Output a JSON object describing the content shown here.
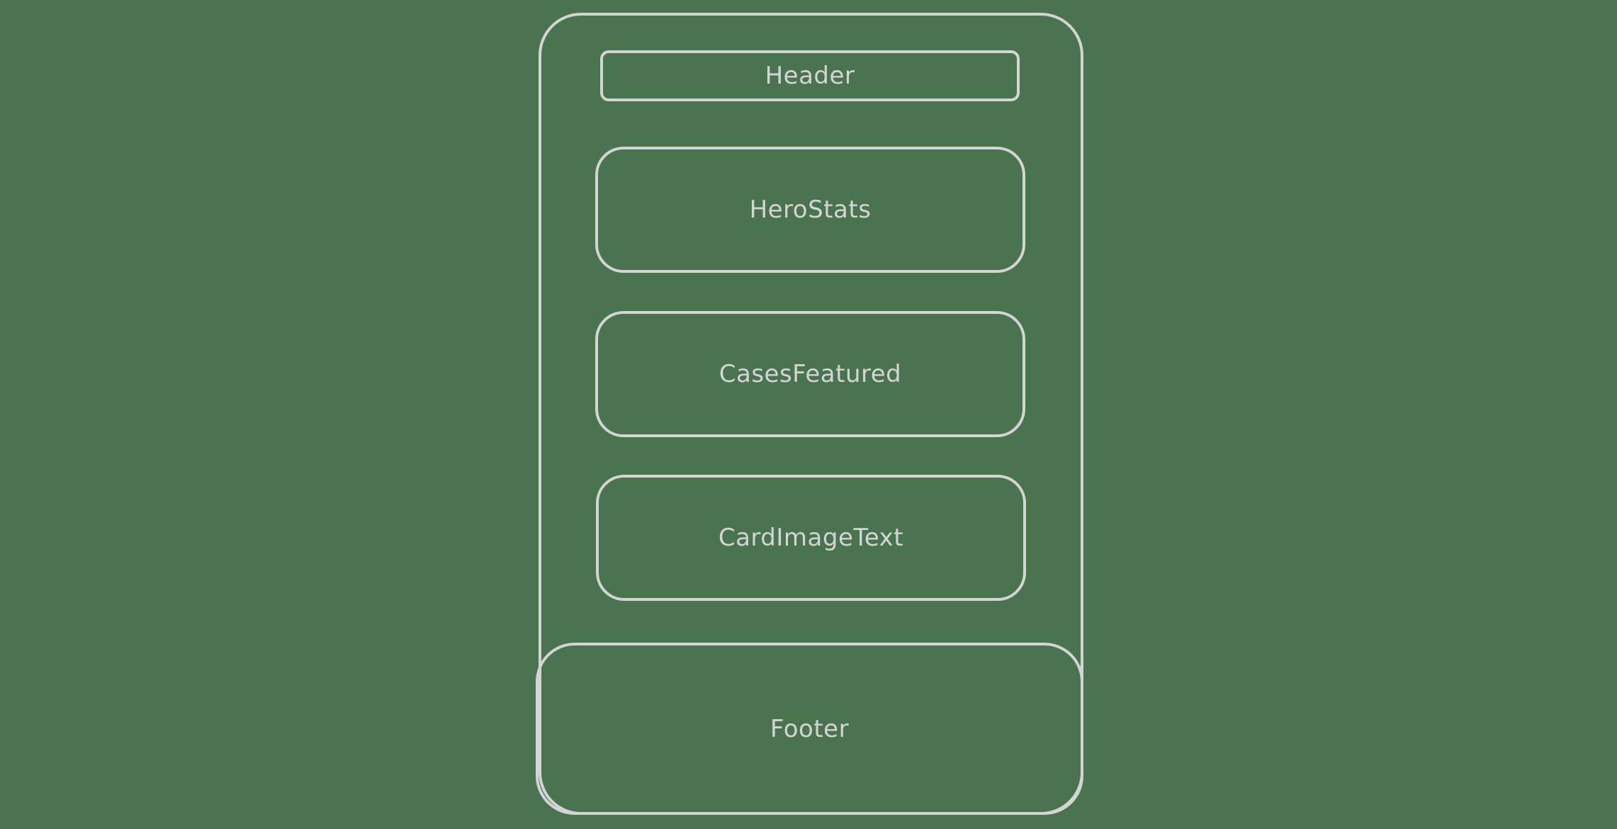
{
  "diagram": {
    "title": "",
    "background_color": "#4a7350",
    "stroke_color": "#d4d4d4",
    "container": {
      "label": ""
    },
    "sections": [
      {
        "label": "Header"
      },
      {
        "label": "HeroStats"
      },
      {
        "label": "CasesFeatured"
      },
      {
        "label": "CardImageText"
      },
      {
        "label": "Footer"
      }
    ]
  }
}
